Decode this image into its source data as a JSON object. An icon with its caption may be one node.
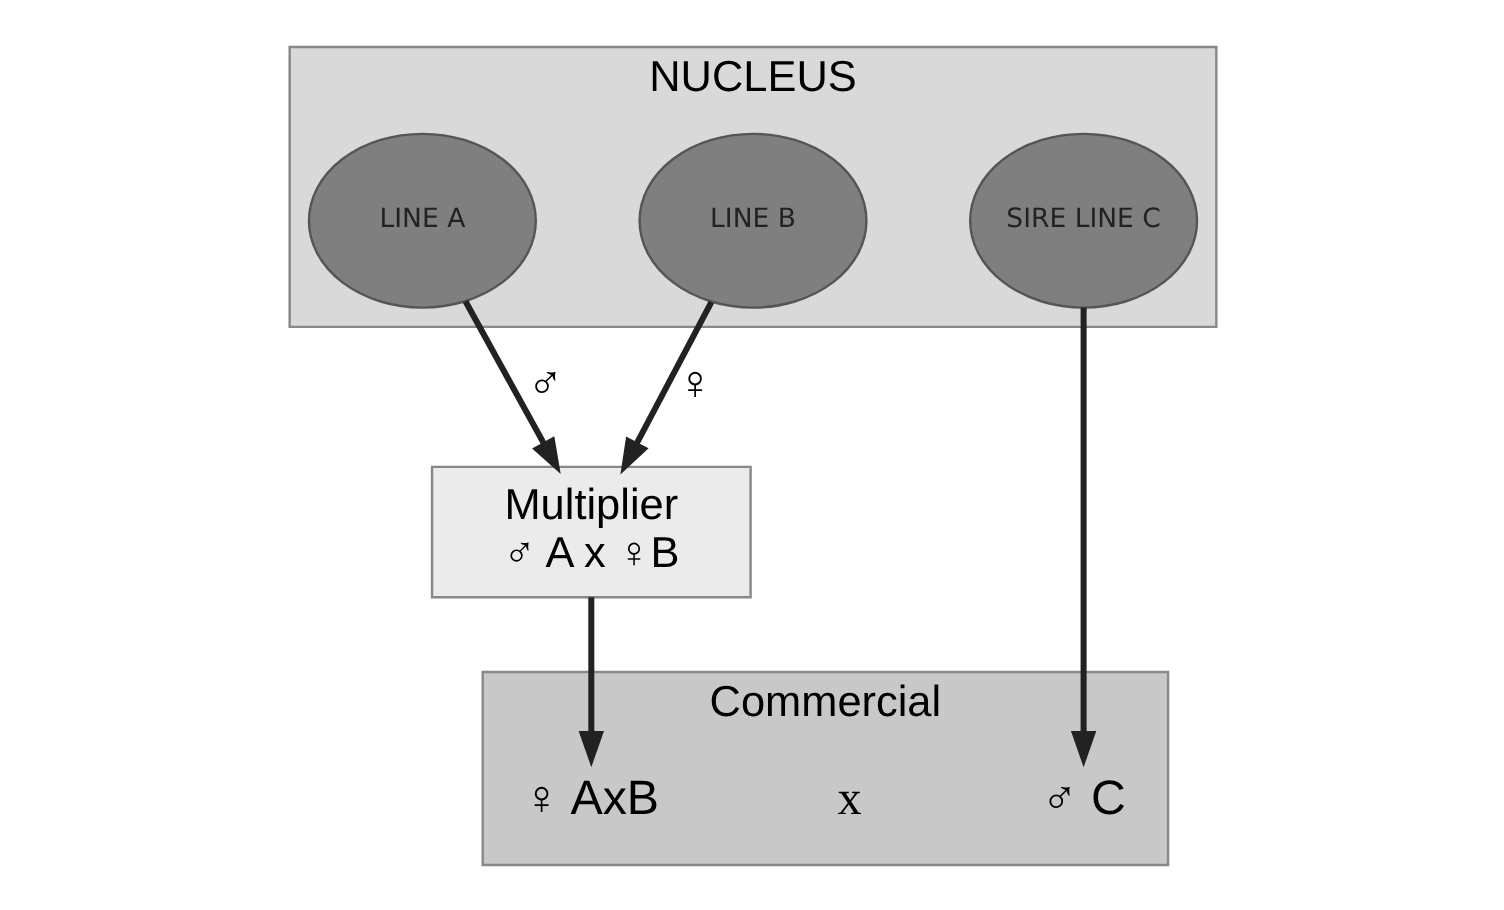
{
  "diagram": {
    "nodes": [
      {
        "text": [
          "NUCLEUS"
        ]
      },
      {
        "text": [
          "LINE A"
        ],
        "in": 0
      },
      {
        "text": [
          "LINE B"
        ],
        "in": 0
      },
      {
        "text": [
          "SIRE LINE C"
        ],
        "in": 0
      },
      {
        "text": [
          "Multiplier",
          "♂ A x ♀B"
        ]
      },
      {
        "text": [
          "Commercial"
        ]
      },
      {
        "text": [
          "♀ AxB"
        ],
        "in": 5
      },
      {
        "text": [
          "x"
        ],
        "in": 5
      },
      {
        "text": [
          "♂ C"
        ],
        "in": 5
      }
    ],
    "edges": [
      {
        "from": 1,
        "to": 4,
        "arrow": "to",
        "label": "♂"
      },
      {
        "from": 2,
        "to": 4,
        "arrow": "to",
        "label": "♀"
      },
      {
        "from": 4,
        "to": 6,
        "arrow": "to"
      },
      {
        "from": 3,
        "to": 8,
        "arrow": "to"
      }
    ]
  }
}
